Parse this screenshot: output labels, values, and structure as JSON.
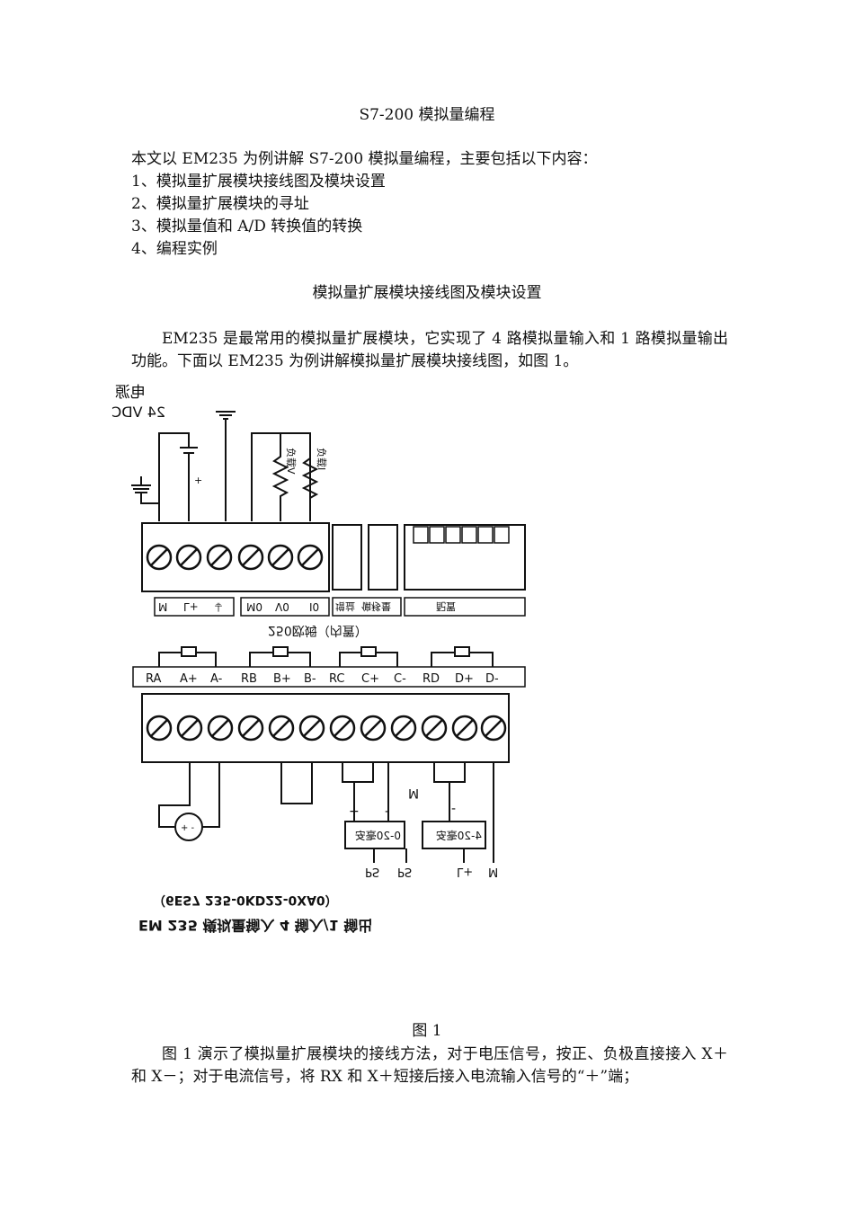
{
  "doc": {
    "title": "S7-200 模拟量编程",
    "intro": "本文以 EM235 为例讲解 S7-200 模拟量编程，主要包括以下内容：",
    "toc": [
      "1、模拟量扩展模块接线图及模块设置",
      "2、模拟量扩展模块的寻址",
      "3、模拟量值和 A/D 转换值的转换",
      "4、编程实例"
    ],
    "section_title": "模拟量扩展模块接线图及模块设置",
    "para1": "EM235 是最常用的模拟量扩展模块，它实现了 4 路模拟量输入和 1 路模拟量输出功能。下面以 EM235 为例讲解模拟量扩展模块接线图，如图 1。",
    "figure_caption": "图 1",
    "para2": "图 1 演示了模拟量扩展模块的接线方法，对于电压信号，按正、负极直接接入 X＋和 X－；对于电流信号，将 RX 和 X＋短接后接入电流输入信号的“＋”端；"
  },
  "diagram": {
    "supply_label": "电源",
    "supply_voltage": "24 VDC",
    "top_terminals": [
      "M",
      "L+",
      "⏚",
      "M0",
      "V0",
      "I0"
    ],
    "top_panel_labels": [
      "增益",
      "偏移量",
      "配置"
    ],
    "load_v": "负载V",
    "load_i": "负载I",
    "output_label": "250欧姆（内置）",
    "bottom_terminals": [
      "RA",
      "A+",
      "A-",
      "RB",
      "B+",
      "B-",
      "RC",
      "C+",
      "C-",
      "RD",
      "D+",
      "D-"
    ],
    "plus": "+",
    "minus": "-",
    "m_label": "M",
    "transmitter1": "0-20毫安",
    "transmitter2": "4-20毫安",
    "ps1": "PS",
    "ps2": "PS",
    "lplus": "L+",
    "mbottom": "M",
    "part_number": "（6ES7 235-0KD22-0XA0）",
    "model_desc": "EM 235 模拟量输入 4 输入/1 输出"
  }
}
